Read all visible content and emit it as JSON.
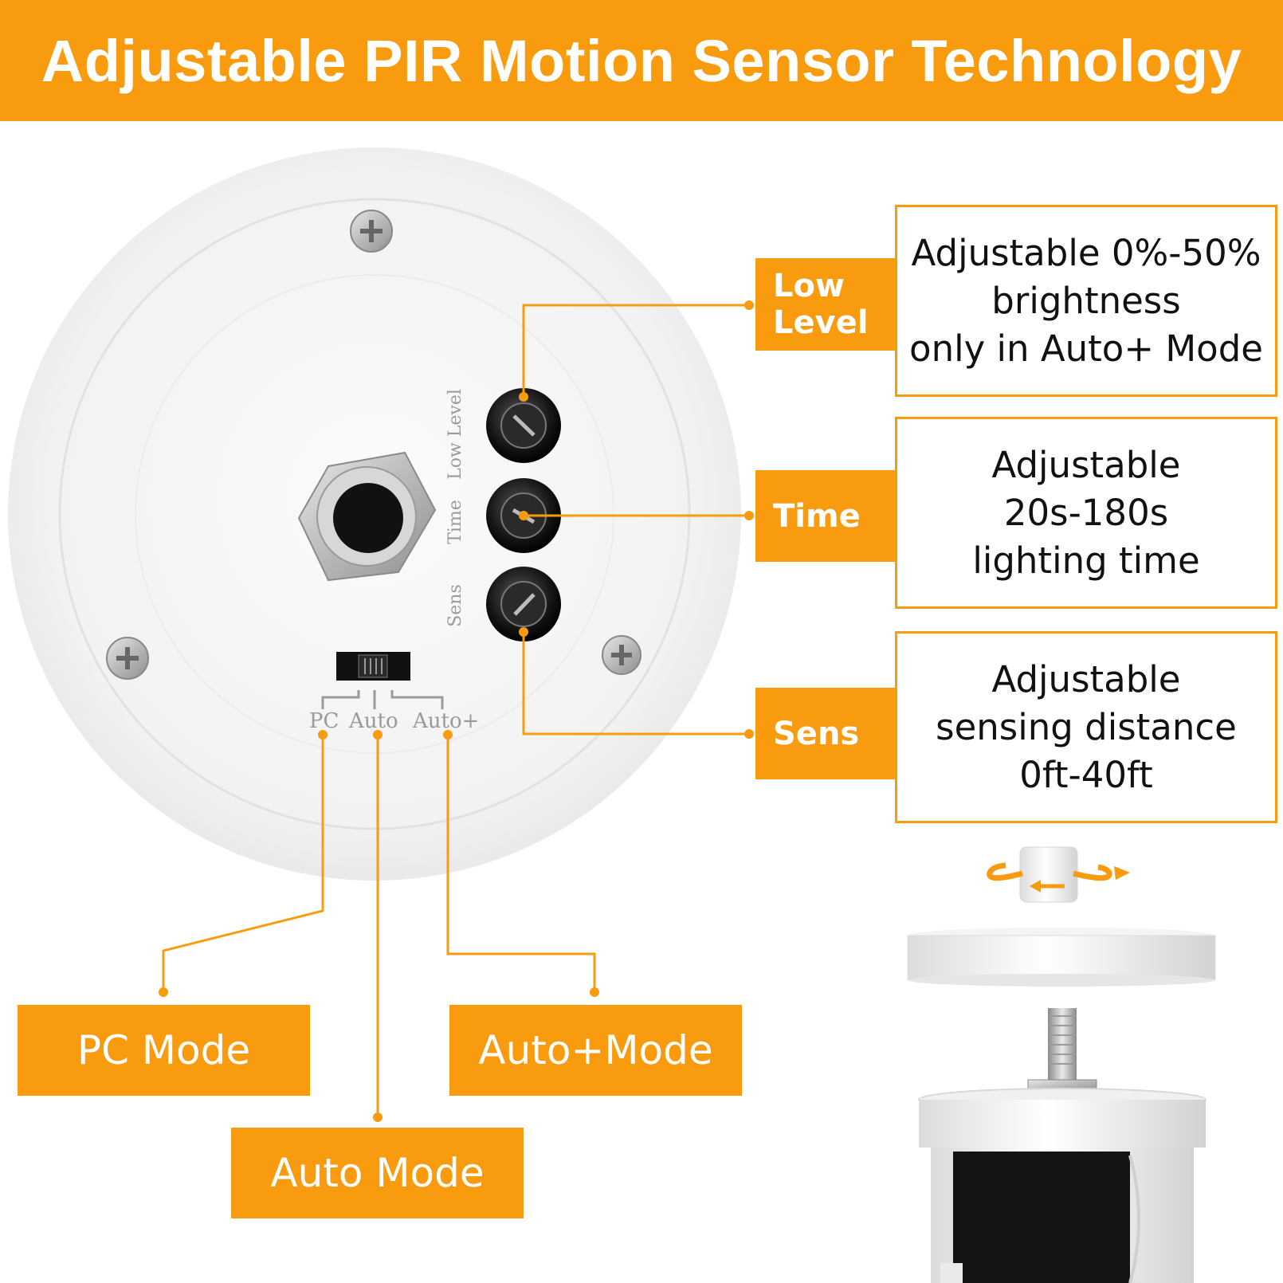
{
  "header": {
    "title": "Adjustable PIR Motion Sensor Technology"
  },
  "callouts": {
    "low_level": {
      "tag_line1": "Low",
      "tag_line2": "Level",
      "desc": [
        "Adjustable 0%-50%",
        "brightness",
        "only in Auto+ Mode"
      ]
    },
    "time": {
      "tag": "Time",
      "desc": [
        "Adjustable",
        "20s-180s",
        "lighting time"
      ]
    },
    "sens": {
      "tag": "Sens",
      "desc": [
        "Adjustable",
        "sensing distance",
        "0ft-40ft"
      ]
    }
  },
  "modes": {
    "pc": "PC Mode",
    "auto_plus": "Auto+Mode",
    "auto": "Auto Mode"
  },
  "device_markings": {
    "low_level": "Low Level",
    "time": "Time",
    "sens": "Sens",
    "plus": "+",
    "minus": "_",
    "switch_pc": "PC",
    "switch_auto": "Auto",
    "switch_auto_plus": "Auto+"
  },
  "colors": {
    "accent": "#f99b0f",
    "text": "#111111",
    "background": "#ffffff"
  }
}
